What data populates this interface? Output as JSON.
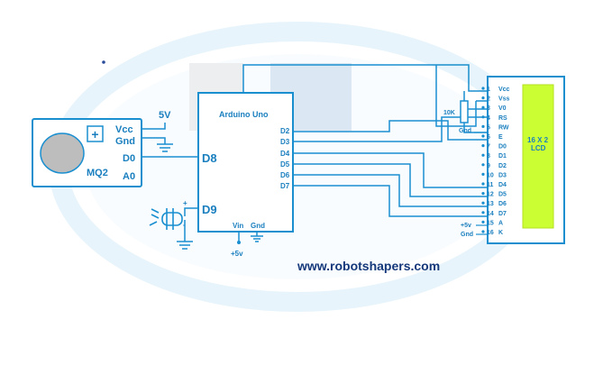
{
  "sensor": {
    "vcc": "Vcc",
    "gnd": "Gnd",
    "d0": "D0",
    "a0": "A0",
    "name": "MQ2",
    "supply": "5V"
  },
  "arduino": {
    "title": "Arduino Uno",
    "d8": "D8",
    "d9": "D9",
    "pins": [
      "D2",
      "D3",
      "D4",
      "D5",
      "D6",
      "D7"
    ],
    "vin": "Vin",
    "gnd": "Gnd",
    "vin_supply": "+5v"
  },
  "led": {
    "plus": "+",
    "minus": "-"
  },
  "pot": {
    "label": "10K",
    "gnd": "Gnd"
  },
  "lcd": {
    "title_line1": "16 X 2",
    "title_line2": "LCD",
    "pin_numbers": [
      "1",
      "2",
      "3",
      "4",
      "5",
      "6",
      "7",
      "8",
      "9",
      "10",
      "11",
      "12",
      "13",
      "14",
      "15",
      "16"
    ],
    "pin_names": [
      "Vcc",
      "Vss",
      "V0",
      "RS",
      "RW",
      "E",
      "D0",
      "D1",
      "D2",
      "D3",
      "D4",
      "D5",
      "D6",
      "D7",
      "A",
      "K"
    ],
    "backlight_plus": "+5v",
    "backlight_gnd": "Gnd"
  },
  "website": "www.robotshapers.com",
  "colors": {
    "wire": "#1a8fd0",
    "text": "#1a7fbf",
    "lcd_screen": "#ccff33",
    "sensor_body": "#bdbdbd"
  }
}
